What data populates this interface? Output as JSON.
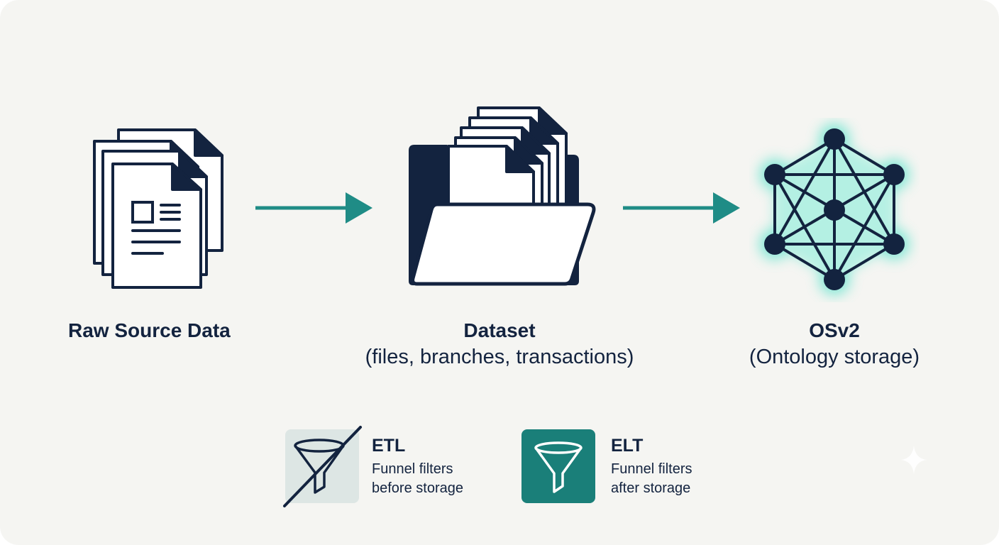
{
  "nodes": {
    "raw": {
      "title": "Raw Source Data",
      "subtitle": "",
      "icon": "stacked-documents-icon"
    },
    "dataset": {
      "title": "Dataset",
      "subtitle": "(files, branches, transactions)",
      "icon": "folder-with-files-icon"
    },
    "osv2": {
      "title": "OSv2",
      "subtitle": "(Ontology storage)",
      "icon": "network-graph-icon"
    }
  },
  "legend": {
    "etl": {
      "title": "ETL",
      "line1": "Funnel filters",
      "line2": "before storage",
      "icon": "crossed-funnel-icon"
    },
    "elt": {
      "title": "ELT",
      "line1": "Funnel filters",
      "line2": "after storage",
      "icon": "funnel-icon"
    }
  },
  "colors": {
    "navy": "#13233f",
    "teal": "#1f8c86",
    "teal_box": "#1a7f79",
    "etl_box": "#dde6e4",
    "glow": "#5fe3cc",
    "background": "#f5f5f2"
  }
}
